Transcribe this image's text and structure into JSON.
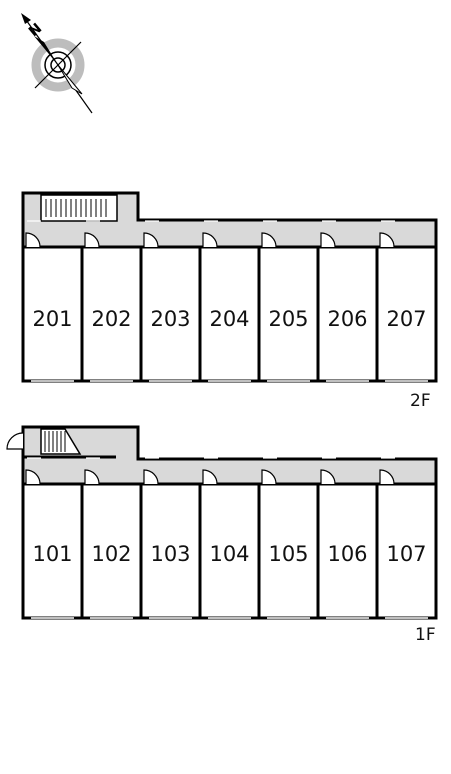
{
  "compass": {
    "icon": "north-arrow-compass-icon",
    "north_letter": "N"
  },
  "colors": {
    "corridor": "#d9d9d9",
    "wall": "#000000",
    "compass_ring": "#bdbdbd"
  },
  "floors": [
    {
      "id": "2f",
      "label": "2F",
      "units": [
        "201",
        "202",
        "203",
        "204",
        "205",
        "206",
        "207"
      ],
      "stair_icon": "staircase-icon"
    },
    {
      "id": "1f",
      "label": "1F",
      "units": [
        "101",
        "102",
        "103",
        "104",
        "105",
        "106",
        "107"
      ],
      "stair_icon": "staircase-icon"
    }
  ]
}
